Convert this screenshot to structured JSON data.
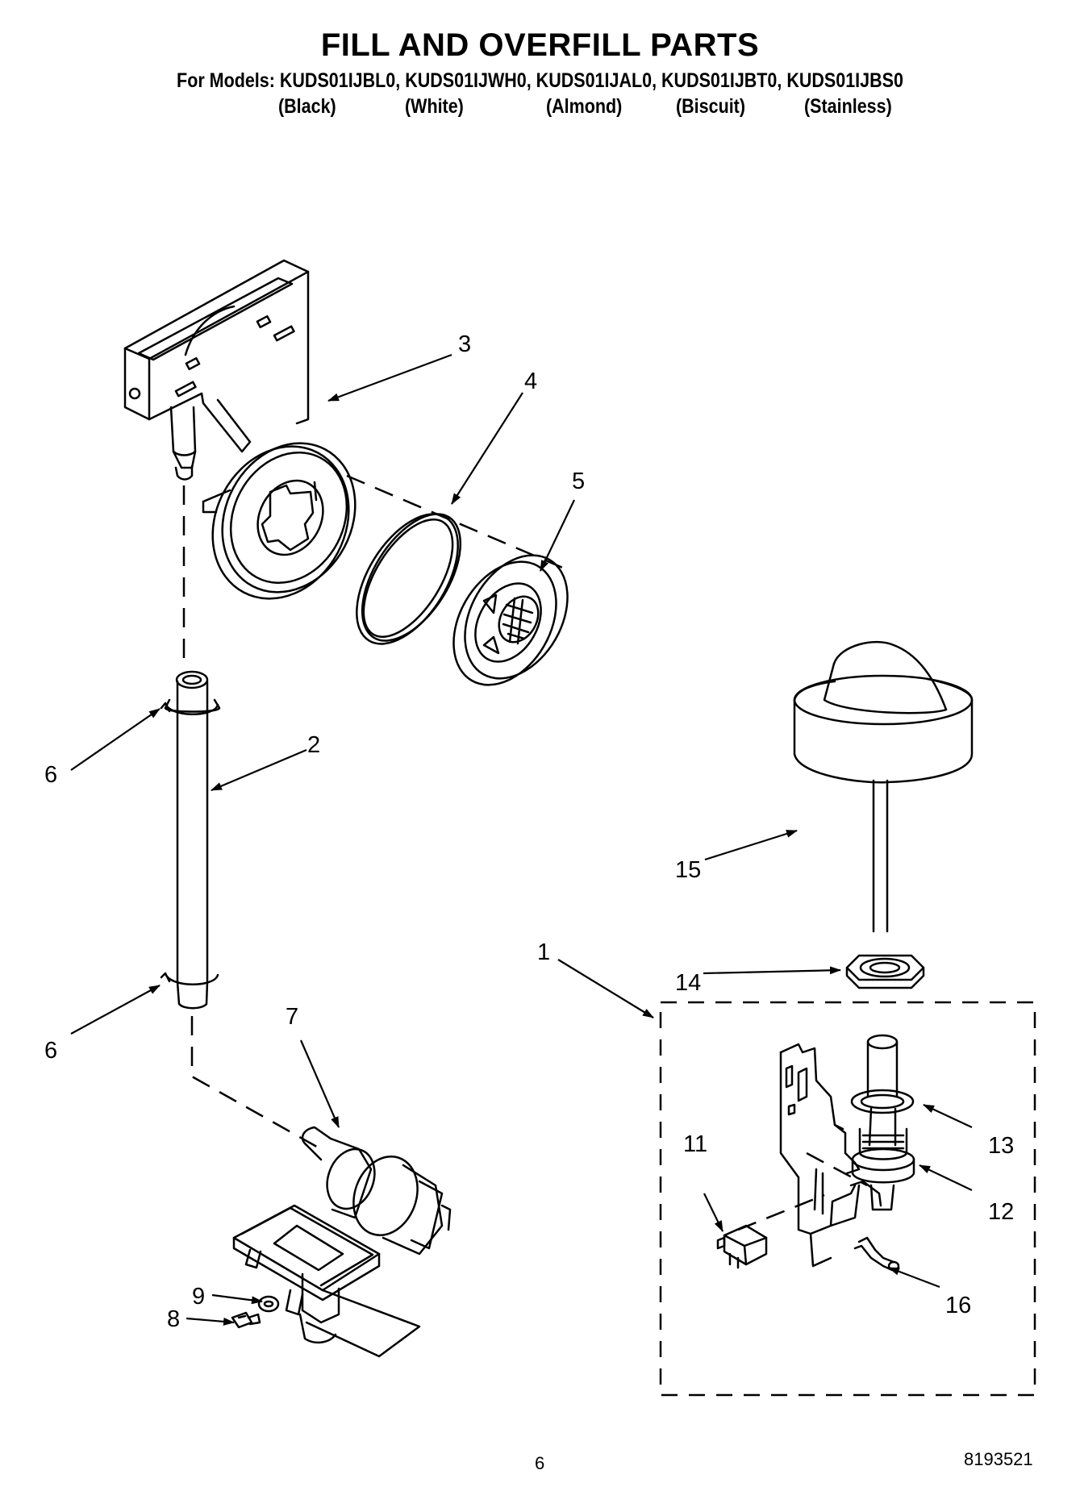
{
  "header": {
    "title": "FILL AND OVERFILL PARTS",
    "models_line": "For Models: KUDS01IJBL0, KUDS01IJWH0, KUDS01IJAL0, KUDS01IJBT0, KUDS01IJBS0",
    "colors": [
      "(Black)",
      "(White)",
      "(Almond)",
      "(Biscuit)",
      "(Stainless)"
    ]
  },
  "callouts": {
    "c1": "1",
    "c2": "2",
    "c3": "3",
    "c4": "4",
    "c5": "5",
    "c6a": "6",
    "c6b": "6",
    "c7": "7",
    "c8": "8",
    "c9": "9",
    "c11": "11",
    "c12": "12",
    "c13": "13",
    "c14": "14",
    "c15": "15",
    "c16": "16"
  },
  "footer": {
    "page_number": "6",
    "doc_number": "8193521"
  }
}
